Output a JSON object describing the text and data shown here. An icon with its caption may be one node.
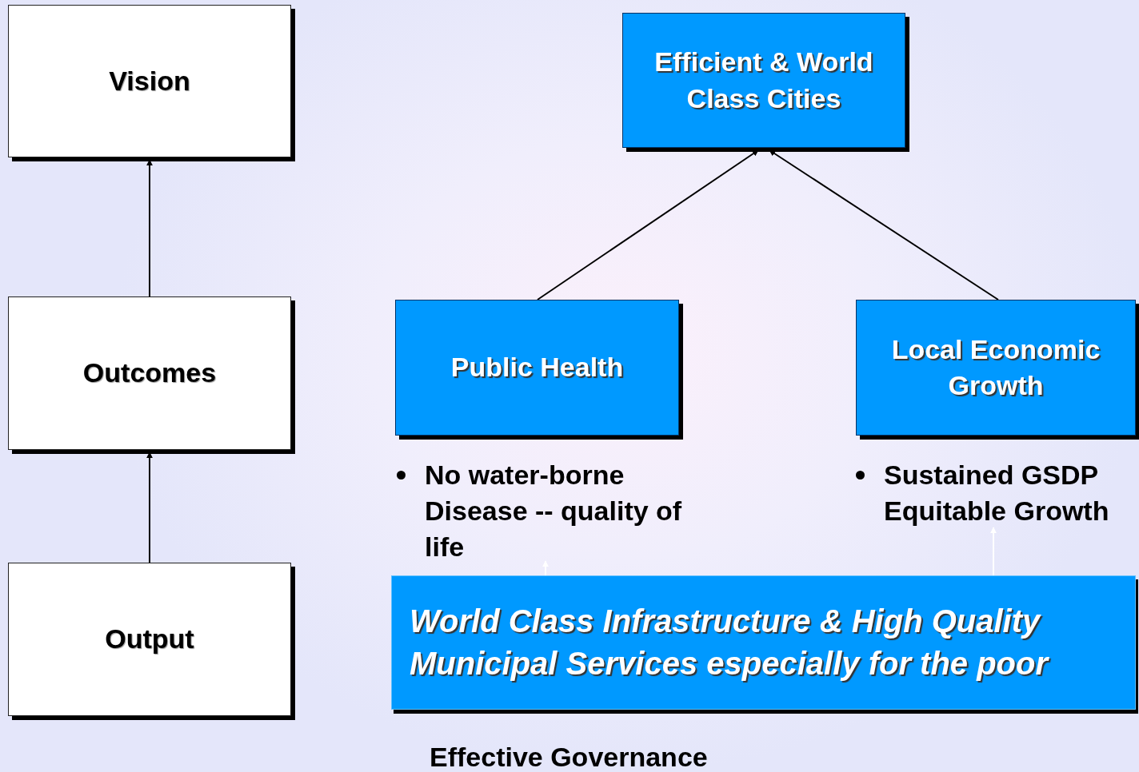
{
  "diagram": {
    "nodes": [
      {
        "text": [
          "Vision"
        ]
      },
      {
        "text": [
          "Outcomes"
        ]
      },
      {
        "text": [
          "Output"
        ]
      },
      {
        "text": [
          "Efficient & World Class Cities"
        ]
      },
      {
        "text": [
          "Public Health"
        ]
      },
      {
        "text": [
          "Local Economic Growth"
        ]
      },
      {
        "text": [
          "World Class Infrastructure & High Quality Municipal Services especially for the poor"
        ]
      },
      {
        "text": [
          "No water-borne Disease -- quality of life"
        ]
      },
      {
        "text": [
          "Sustained GSDP Equitable Growth"
        ]
      }
    ],
    "edges": [
      {
        "from": 1,
        "to": 0,
        "arrow": "to"
      },
      {
        "from": 2,
        "to": 1,
        "arrow": "to"
      },
      {
        "from": 4,
        "to": 3,
        "arrow": "to"
      },
      {
        "from": 5,
        "to": 3,
        "arrow": "to"
      },
      {
        "from": 6,
        "to": 7,
        "arrow": "to",
        "color": "#ffffff"
      },
      {
        "from": 6,
        "to": 8,
        "arrow": "to",
        "color": "#ffffff"
      }
    ],
    "labels": [
      "Effective Governance"
    ]
  }
}
